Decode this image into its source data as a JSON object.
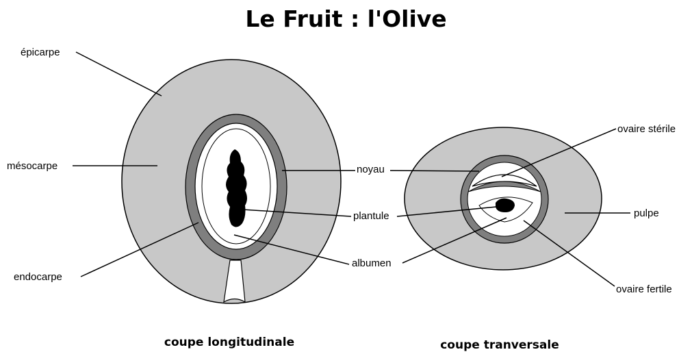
{
  "title": "Le Fruit : l'Olive",
  "colors": {
    "pulp": "#c8c8c8",
    "shell": "#7f7f7f",
    "seed": "#000000",
    "outline": "#000000",
    "background": "#ffffff"
  },
  "labels": {
    "epicarpe": "épicarpe",
    "mesocarpe": "mésocarpe",
    "endocarpe": "endocarpe",
    "noyau": "noyau",
    "plantule": "plantule",
    "albumen": "albumen",
    "ovaire_sterile": "ovaire stérile",
    "pulpe": "pulpe",
    "ovaire_fertile": "ovaire fertile"
  },
  "captions": {
    "longitudinal": "coupe longitudinale",
    "transversal": "coupe tranversale"
  }
}
